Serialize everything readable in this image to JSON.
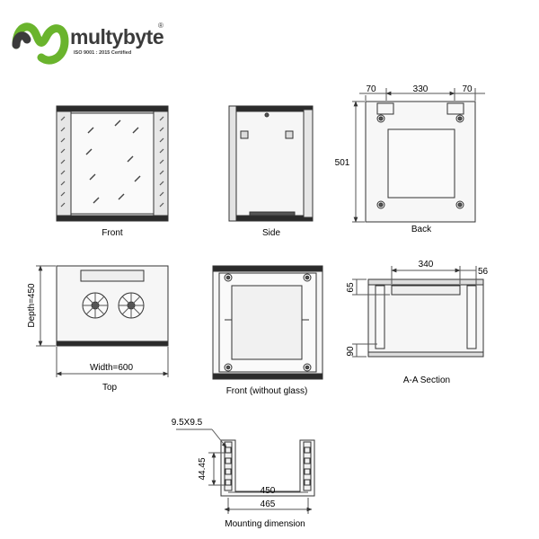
{
  "brand": {
    "name": "multybyte",
    "registered": "®",
    "certification": "ISO 9001 : 2015 Certified",
    "colors": {
      "green": "#6ab42d",
      "dark": "#3b3b3b"
    }
  },
  "views": {
    "front": "Front",
    "side": "Side",
    "back": "Back",
    "top": "Top",
    "front_without_glass": "Front (without glass)",
    "section": "A-A Section",
    "mounting": "Mounting dimension"
  },
  "dimensions": {
    "back_top_left": "70",
    "back_top_mid": "330",
    "back_top_right": "70",
    "back_height": "501",
    "top_depth": "Depth=450",
    "top_width": "Width=600",
    "section_width": "340",
    "section_right": "56",
    "section_top": "65",
    "section_bottom": "90",
    "mount_hole": "9.5X9.5",
    "mount_pitch": "44.45",
    "mount_inner": "450",
    "mount_outer": "465"
  }
}
